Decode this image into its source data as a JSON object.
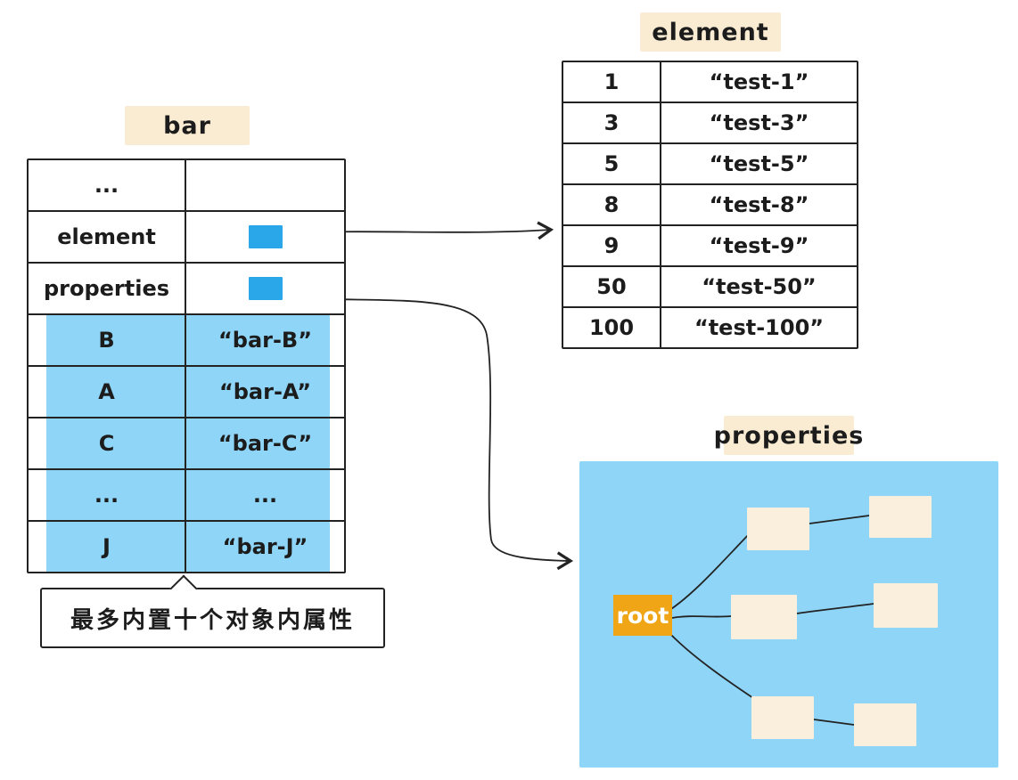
{
  "bar_table": {
    "label": "bar",
    "note": "最多内置十个对象内属性",
    "rows": [
      {
        "key": "...",
        "value": ""
      },
      {
        "key": "element",
        "value": ""
      },
      {
        "key": "properties",
        "value": ""
      },
      {
        "key": "B",
        "value": "“bar-B”"
      },
      {
        "key": "A",
        "value": "“bar-A”"
      },
      {
        "key": "C",
        "value": "“bar-C”"
      },
      {
        "key": "...",
        "value": "..."
      },
      {
        "key": "J",
        "value": "“bar-J”"
      }
    ]
  },
  "element_table": {
    "label": "element",
    "rows": [
      {
        "key": "1",
        "value": "“test-1”"
      },
      {
        "key": "3",
        "value": "“test-3”"
      },
      {
        "key": "5",
        "value": "“test-5”"
      },
      {
        "key": "8",
        "value": "“test-8”"
      },
      {
        "key": "9",
        "value": "“test-9”"
      },
      {
        "key": "50",
        "value": "“test-50”"
      },
      {
        "key": "100",
        "value": "“test-100”"
      }
    ]
  },
  "properties_panel": {
    "label": "properties",
    "root_label": "root",
    "node_count": 6
  },
  "colors": {
    "tag_cream": "#FAECD2",
    "node_cream": "#FAEEDC",
    "light_blue": "#8ED5F8",
    "pointer_blue": "#2AA7E8",
    "root_orange": "#EFA516",
    "line_black": "#232323"
  }
}
